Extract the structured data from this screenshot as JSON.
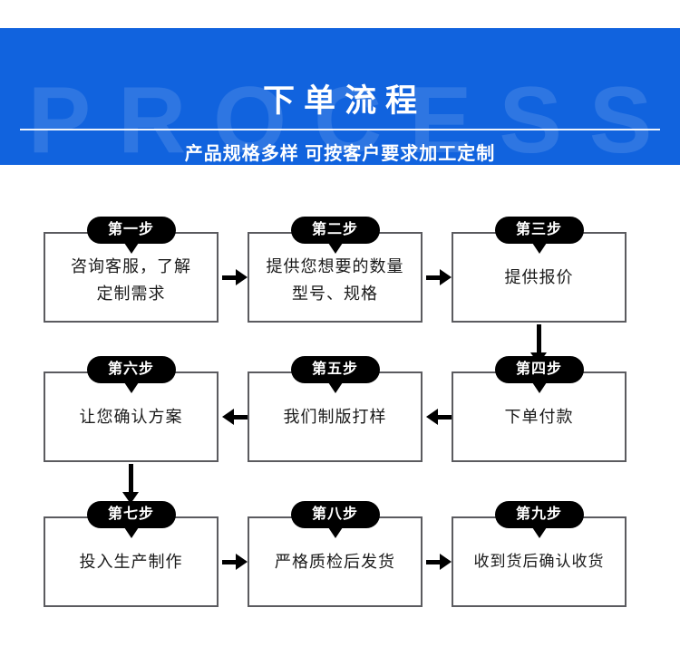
{
  "banner": {
    "watermark": "PROCESS",
    "title": "下单流程",
    "subtitle": "产品规格多样 可按客户要求加工定制",
    "background_color": "#1163DE",
    "text_color": "#FFFFFF"
  },
  "flow": {
    "badge_color": "#000000",
    "box_border_color": "#5B5B5F",
    "steps": [
      {
        "badge": "第一步",
        "text": "咨询客服，了解\n定制需求"
      },
      {
        "badge": "第二步",
        "text": "提供您想要的数量\n型号、规格"
      },
      {
        "badge": "第三步",
        "text": "提供报价"
      },
      {
        "badge": "第四步",
        "text": "下单付款"
      },
      {
        "badge": "第五步",
        "text": "我们制版打样"
      },
      {
        "badge": "第六步",
        "text": "让您确认方案"
      },
      {
        "badge": "第七步",
        "text": "投入生产制作"
      },
      {
        "badge": "第八步",
        "text": "严格质检后发货"
      },
      {
        "badge": "第九步",
        "text": "收到货后确认收货"
      }
    ],
    "connectors": [
      {
        "name": "arrow-step1-to-step2",
        "direction": "right"
      },
      {
        "name": "arrow-step2-to-step3",
        "direction": "right"
      },
      {
        "name": "arrow-step3-to-step4",
        "direction": "down"
      },
      {
        "name": "arrow-step4-to-step5",
        "direction": "left"
      },
      {
        "name": "arrow-step5-to-step6",
        "direction": "left"
      },
      {
        "name": "arrow-step6-to-step7",
        "direction": "down"
      },
      {
        "name": "arrow-step7-to-step8",
        "direction": "right"
      },
      {
        "name": "arrow-step8-to-step9",
        "direction": "right"
      }
    ]
  }
}
